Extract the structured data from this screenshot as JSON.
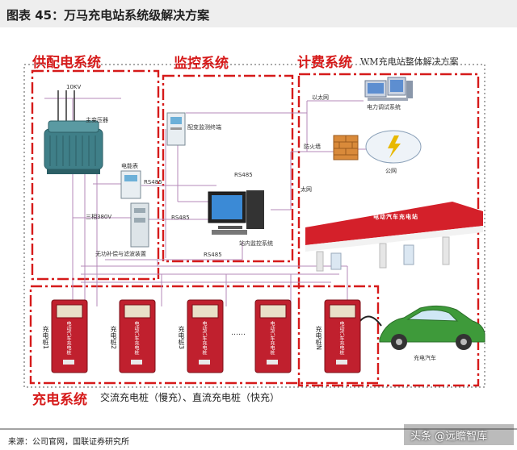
{
  "header": {
    "title": "图表 45：万马充电站系统级解决方案"
  },
  "sections": {
    "power_supply": "供配电系统",
    "monitoring": "监控系统",
    "billing": "计费系统",
    "charging": "充电系统"
  },
  "wm_solution_title": "WM充电站整体解决方案",
  "labels": {
    "voltage": "10KV",
    "main_transformer": "主变压器",
    "energy_meter": "电能表",
    "three_phase": "三相380V",
    "reactive_comp": "无功补偿与滤波装置",
    "distribution_monitor": "配变监测终端",
    "station_monitor": "站内监控系统",
    "ethernet_top": "以太网",
    "power_debug": "电力调试系统",
    "firewall": "防火墙",
    "public_net": "公网",
    "ethernet_mid": "太网",
    "ev": "充电汽车",
    "station_sign": "电动汽车充电站"
  },
  "links": {
    "rs485_a": "RS485",
    "rs485_b": "RS485",
    "rs485_c": "RS485",
    "rs485_d": "RS485"
  },
  "piles": [
    {
      "label": "充电桩1"
    },
    {
      "label": "充电桩2"
    },
    {
      "label": "充电桩3"
    },
    {
      "label": "充电桩N"
    }
  ],
  "pile_brand": "电动汽车充电桩",
  "ellipsis": "……",
  "charging_desc": "交流充电桩（慢充）、直流充电桩（快充）",
  "footer": {
    "source": "来源：公司官网，国联证券研究所",
    "watermark": "头条 @远瞻智库"
  },
  "colors": {
    "accent": "#d61a1a",
    "dash_black": "#333333",
    "wire": "#b48ab8",
    "pile_red": "#c0202e",
    "ev_green": "#3e9a3a"
  }
}
